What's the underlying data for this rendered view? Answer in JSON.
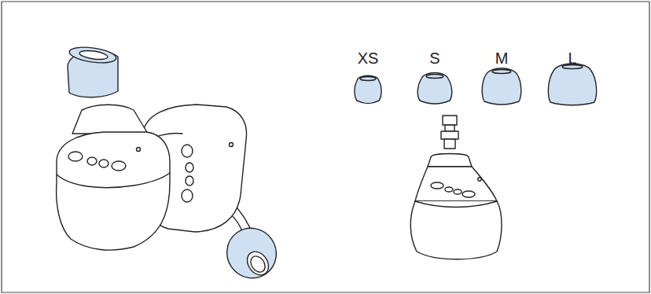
{
  "diagram": {
    "labels": [
      "XS",
      "S",
      "M",
      "L"
    ]
  }
}
